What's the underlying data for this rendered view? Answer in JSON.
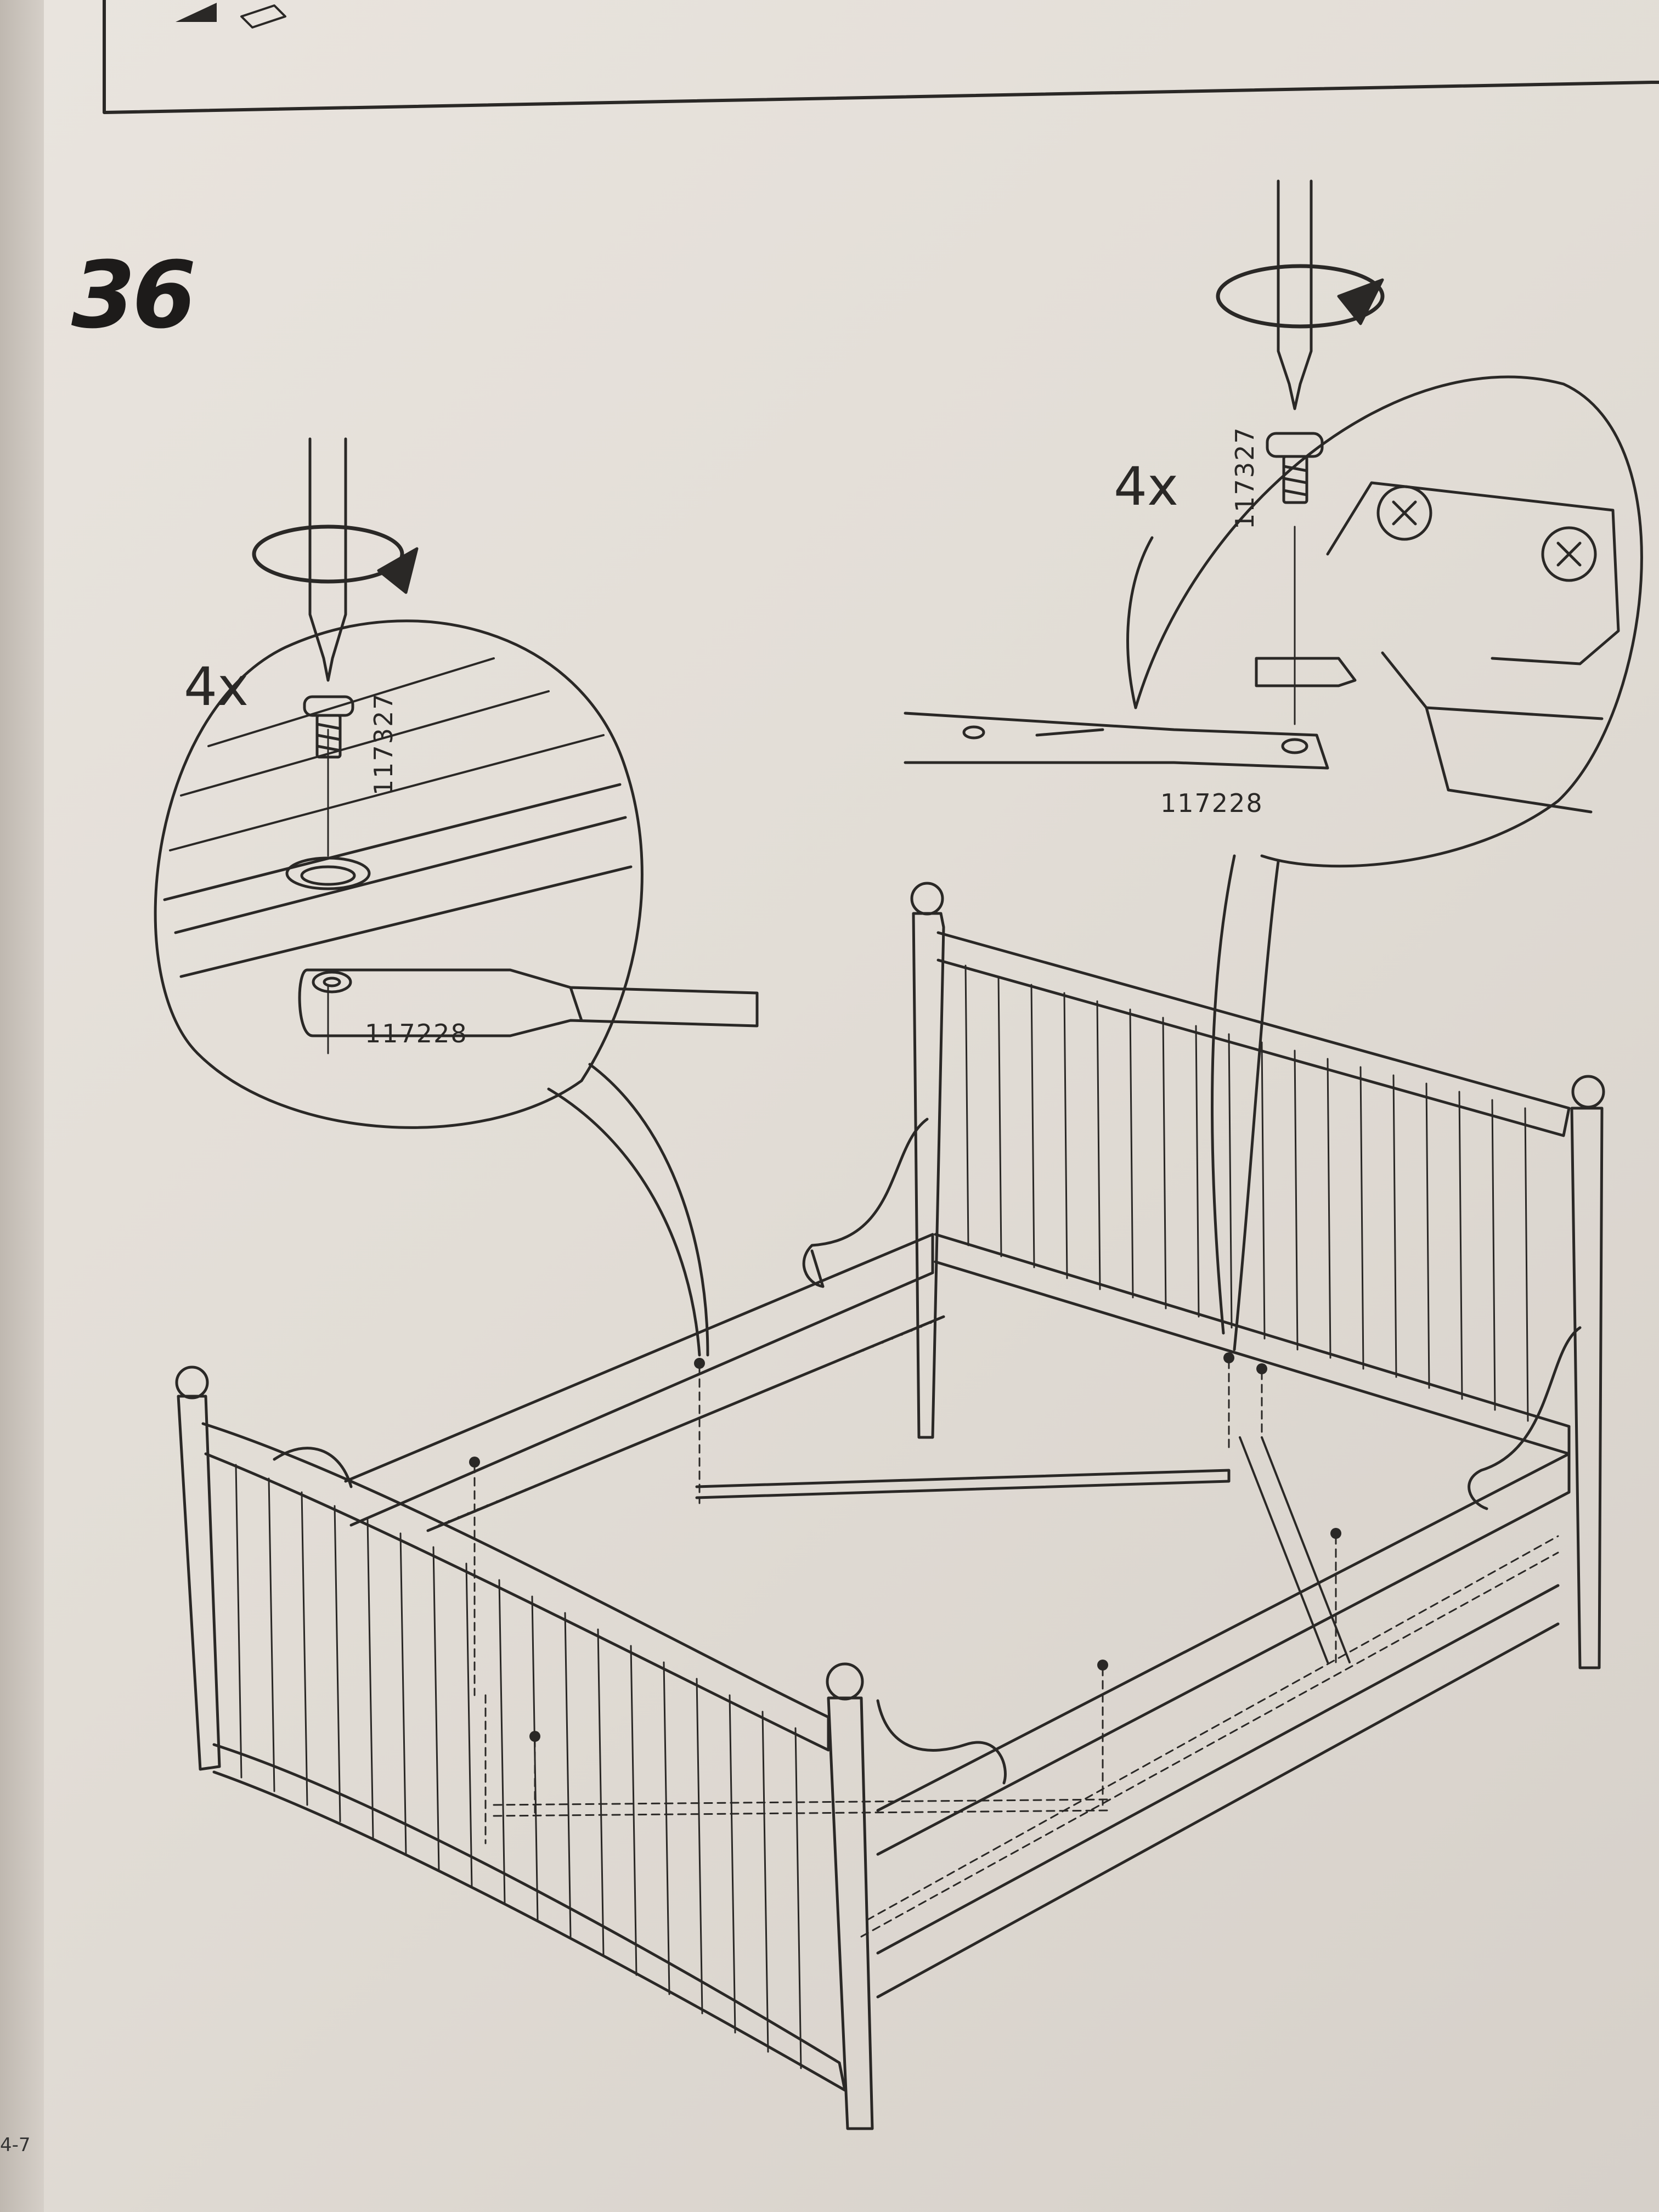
{
  "step": {
    "number": "36"
  },
  "callout_left": {
    "quantity": "4x",
    "screw_part_number": "117327",
    "bracket_part_number": "117228"
  },
  "callout_right": {
    "quantity": "4x",
    "screw_part_number": "117327",
    "bracket_part_number": "117228"
  },
  "page_footer": "4-7"
}
